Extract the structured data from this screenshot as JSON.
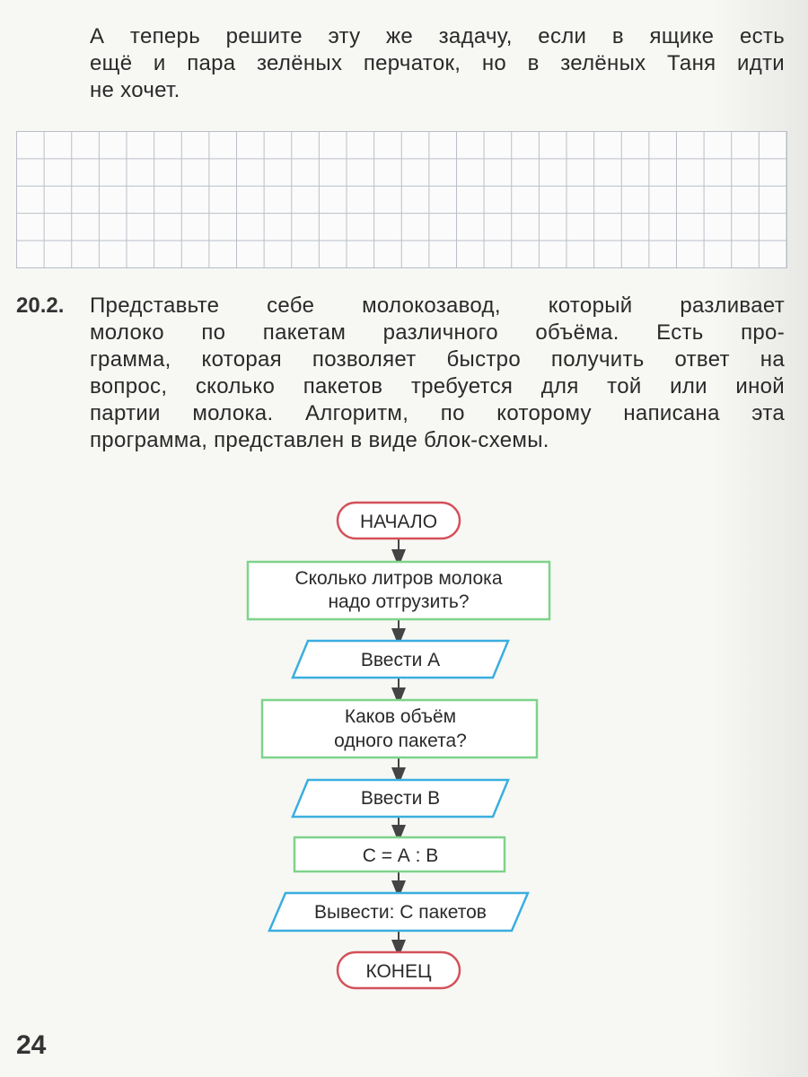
{
  "intro_lines": [
    "А теперь решите эту же задачу, если в ящике есть",
    "ещё и пара зелёных перчаток, но в зелёных Таня идти",
    "не хочет."
  ],
  "task": {
    "number": "20.2.",
    "lines": [
      "Представьте себе молокозавод, который разливает",
      "молоко по пакетам различного объёма. Есть про-",
      "грамма, которая позволяет быстро получить ответ на",
      "вопрос, сколько пакетов требуется для той или иной",
      "партии молока. Алгоритм, по которому написана эта",
      "программа, представлен в виде блок-схемы."
    ]
  },
  "flowchart": {
    "start": "НАЧАЛО",
    "step1": [
      "Сколько литров молока",
      "надо отгрузить?"
    ],
    "input_a": "Ввести А",
    "step2": [
      "Каков объём",
      "одного пакета?"
    ],
    "input_b": "Ввести В",
    "compute": "С = А : В",
    "output": "Вывести: С пакетов",
    "end": "КОНЕЦ"
  },
  "colors": {
    "terminal": "#d4505a",
    "process": "#7fd38a",
    "io": "#3aaee0",
    "arrow": "#444444"
  },
  "page_number": "24"
}
